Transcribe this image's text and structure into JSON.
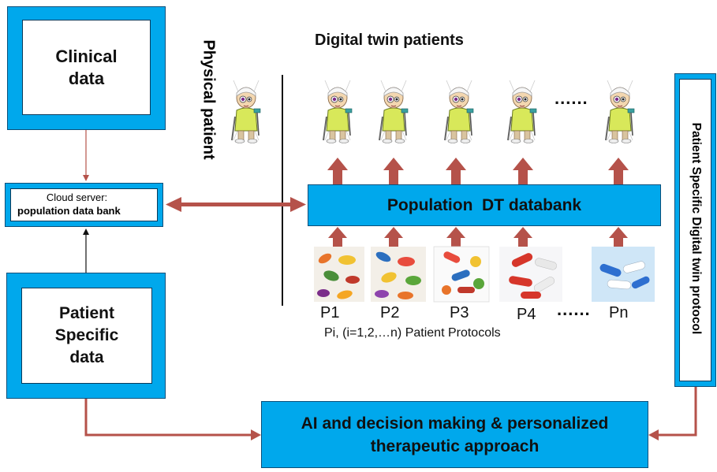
{
  "clinical_box": {
    "label": "Clinical data"
  },
  "cloud_box": {
    "line1": "Cloud server:",
    "line2": "population data bank"
  },
  "patient_box": {
    "label": "Patient Specific data"
  },
  "physical_patient": {
    "label": "Physical patient"
  },
  "digital_twins": {
    "title": "Digital twin patients",
    "ellipsis": "......"
  },
  "databank": {
    "label": "Population  DT databank"
  },
  "protocols": {
    "items": [
      "P1",
      "P2",
      "P3",
      "P4",
      "Pn"
    ],
    "ellipsis": "......",
    "caption": "Pi, (i=1,2,…n) Patient Protocols"
  },
  "side_protocol": {
    "label": "Patient Specific Digital twin protocol"
  },
  "ai_box": {
    "line1": "AI and decision making & personalized",
    "line2": "therapeutic approach"
  },
  "colors": {
    "blue": "#00a8ec",
    "arrow": "#b5524a",
    "dark": "#0a4f7a"
  }
}
